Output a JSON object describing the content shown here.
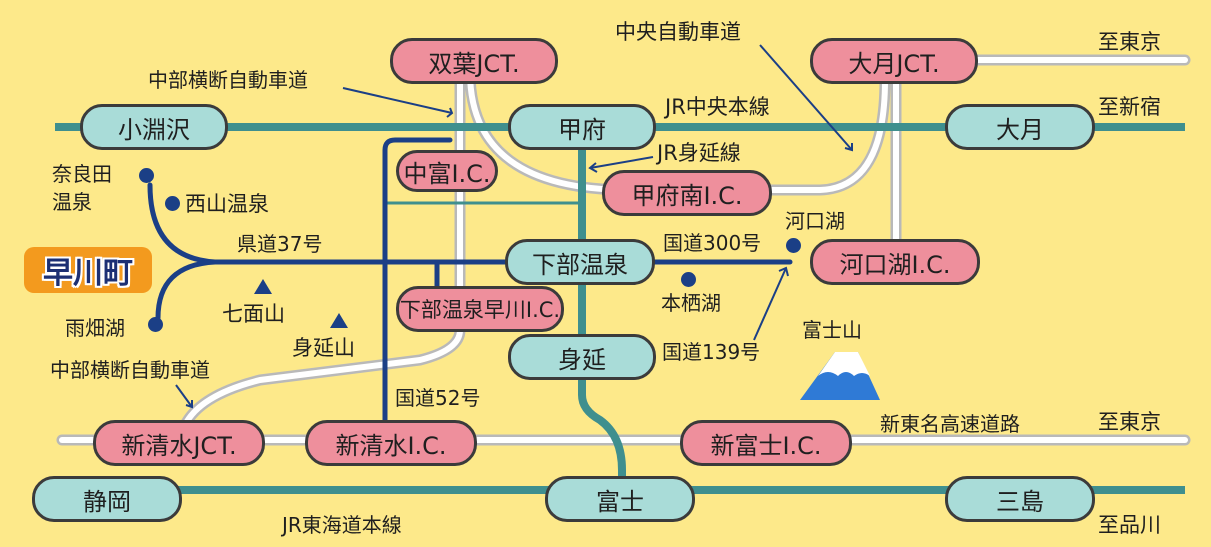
{
  "town": "早川町",
  "stations": {
    "kobuchizawa": "小淵沢",
    "kofu": "甲府",
    "otsuki": "大月",
    "shimobe_onsen": "下部温泉",
    "minobu": "身延",
    "shizuoka": "静岡",
    "fuji": "富士",
    "mishima": "三島"
  },
  "interchanges": {
    "futaba_jct": "双葉JCT.",
    "otsuki_jct": "大月JCT.",
    "nakatomi_ic": "中富I.C.",
    "kofu_minami_ic": "甲府南I.C.",
    "kawaguchiko_ic": "河口湖I.C.",
    "shimobe_hayakawa_ic": "下部温泉早川I.C.",
    "shin_shimizu_jct": "新清水JCT.",
    "shin_shimizu_ic": "新清水I.C.",
    "shin_fuji_ic": "新富士I.C."
  },
  "labels": {
    "chuo_expressway": "中央自動車道",
    "to_tokyo_top": "至東京",
    "chubu_odan_top": "中部横断自動車道",
    "jr_chuo": "JR中央本線",
    "to_shinjuku": "至新宿",
    "jr_minobu": "JR身延線",
    "kawaguchiko_lake": "河口湖",
    "route_37": "県道37号",
    "route_300": "国道300号",
    "motosuko": "本栖湖",
    "mt_fuji": "富士山",
    "route_139": "国道139号",
    "chubu_odan_bottom": "中部横断自動車道",
    "route_52": "国道52号",
    "shin_tomei": "新東名高速道路",
    "to_tokyo_bottom": "至東京",
    "jr_tokaido": "JR東海道本線",
    "to_shinagawa": "至品川",
    "mt_shichimen": "七面山",
    "mt_minobu": "身延山",
    "nishiyama_onsen": "西山温泉",
    "narada_onsen": "奈良田\n温泉",
    "amahatako": "雨畑湖"
  },
  "colors": {
    "background": "#fde98a",
    "rail": "#3f8f8e",
    "road": "#1b3f86",
    "expressway": "#ffffff",
    "station_fill": "#a9dcd8",
    "interchange_fill": "#ee8f9c",
    "town_badge": "#f39a1e"
  }
}
